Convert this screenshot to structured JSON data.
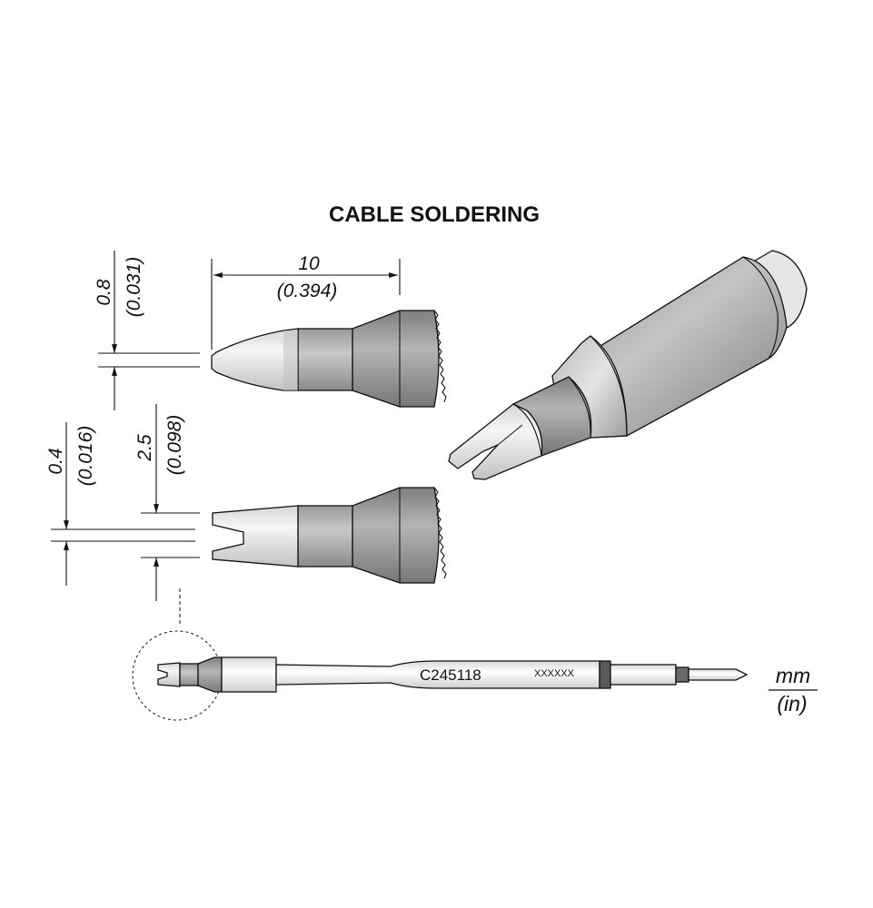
{
  "title": "CABLE SOLDERING",
  "dimensions": {
    "length_mm": "10",
    "length_in": "(0.394)",
    "tip_width_mm": "0.8",
    "tip_width_in": "(0.031)",
    "slot_width_mm": "0.4",
    "slot_width_in": "(0.016)",
    "fork_width_mm": "2.5",
    "fork_width_in": "(0.098)"
  },
  "part": {
    "code": "C245118",
    "serial": "XXXXXX"
  },
  "units": {
    "primary": "mm",
    "secondary": "(in)"
  },
  "colors": {
    "metal_light": "#eeeeee",
    "metal_mid": "#c8c8c8",
    "metal_dark": "#8f8f8f",
    "line": "#111111"
  }
}
